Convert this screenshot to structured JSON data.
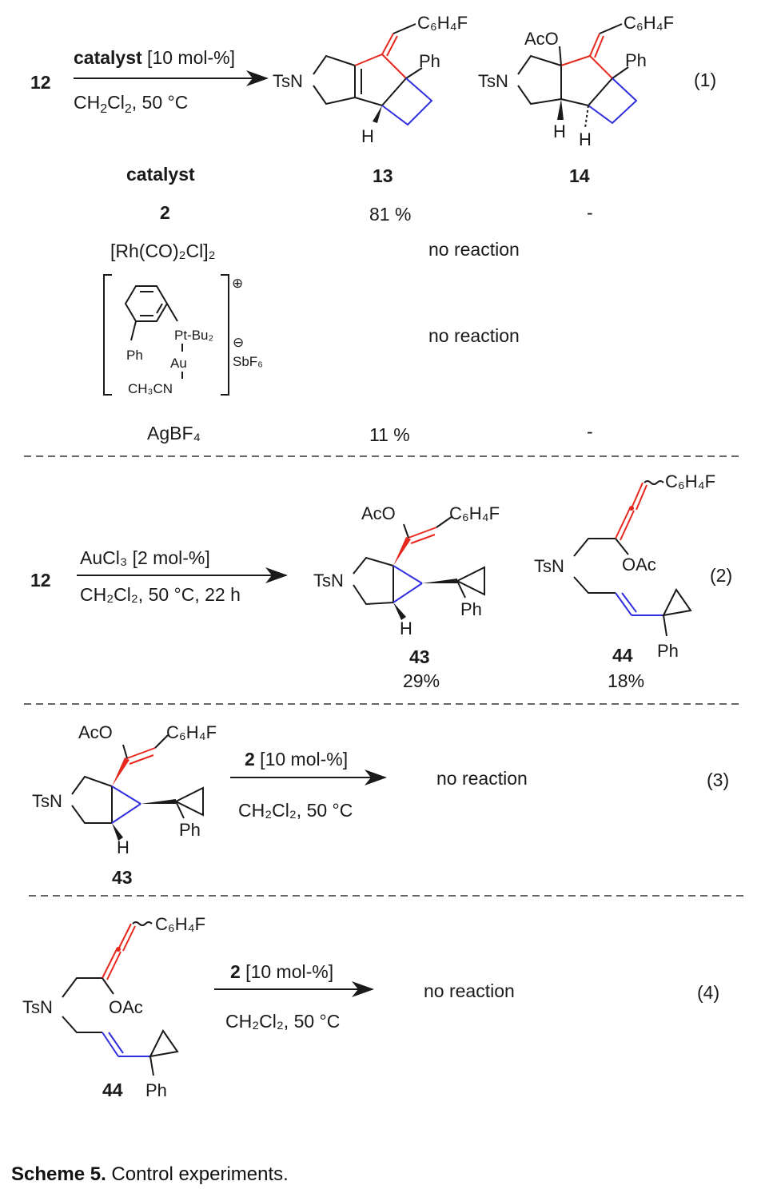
{
  "eq1": {
    "reactant": "12",
    "reagent_bold": "catalyst",
    "reagent_rest": " [10 mol-%]",
    "conditions_pre": "CH",
    "conditions_post": ", 50 °C",
    "number": "(1)",
    "product13_label": "13",
    "product14_label": "14",
    "header_catalyst": "catalyst",
    "rows": [
      {
        "catalyst": "2",
        "yield13": "81 %",
        "yield14": "-"
      },
      {
        "catalyst": "[Rh(CO)₂Cl]₂",
        "result": "no reaction"
      },
      {
        "result": "no reaction"
      },
      {
        "catalyst": "AgBF₄",
        "yield13": "11 %",
        "yield14": "-"
      }
    ]
  },
  "eq2": {
    "reactant": "12",
    "reagent": "AuCl₃ [2 mol-%]",
    "conditions": "CH₂Cl₂, 50 °C, 22 h",
    "number": "(2)",
    "product43_label": "43",
    "product43_yield": "29%",
    "product44_label": "44",
    "product44_yield": "18%"
  },
  "eq3": {
    "reactant_label": "43",
    "reagent_bold": "2",
    "reagent_rest": " [10 mol-%]",
    "conditions": "CH₂Cl₂, 50 °C",
    "result": "no reaction",
    "number": "(3)"
  },
  "eq4": {
    "reactant_label": "44",
    "reagent_bold": "2",
    "reagent_rest": " [10 mol-%]",
    "conditions": "CH₂Cl₂, 50 °C",
    "result": "no reaction",
    "number": "(4)"
  },
  "atoms": {
    "TsN": "TsN",
    "C6H4F": "C₆H₄F",
    "Ph": "Ph",
    "AcO": "AcO",
    "OAc": "OAc",
    "H": "H",
    "gold_P": "Pt-Bu₂",
    "gold_Au": "Au",
    "gold_N": "CH₃CN",
    "gold_Ph": "Ph",
    "gold_anion": "SbF₆",
    "plus": "⊕",
    "minus": "⊖"
  },
  "caption": {
    "bold": "Scheme 5.",
    "text": " Control experiments."
  }
}
